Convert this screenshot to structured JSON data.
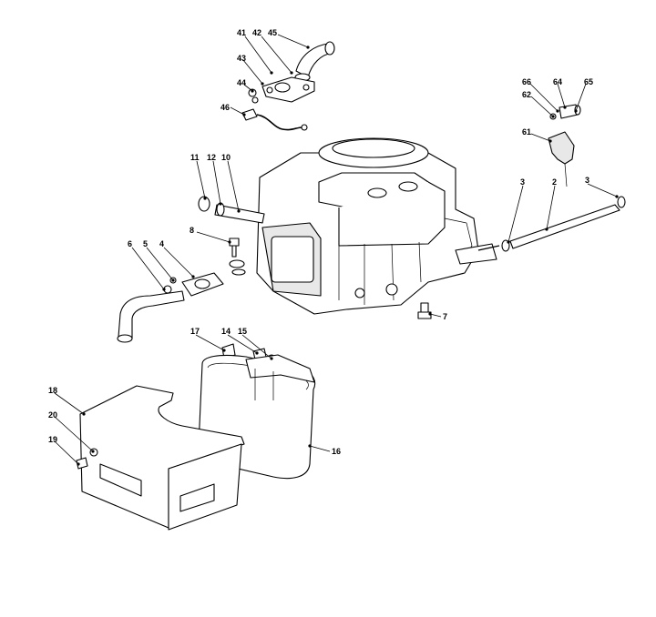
{
  "diagram": {
    "labels": [
      "41",
      "42",
      "45",
      "43",
      "44",
      "46",
      "66",
      "64",
      "65",
      "62",
      "61",
      "11",
      "12",
      "10",
      "3",
      "2",
      "3",
      "8",
      "6",
      "5",
      "4",
      "7",
      "17",
      "14",
      "15",
      "18",
      "20",
      "19",
      "16"
    ]
  }
}
